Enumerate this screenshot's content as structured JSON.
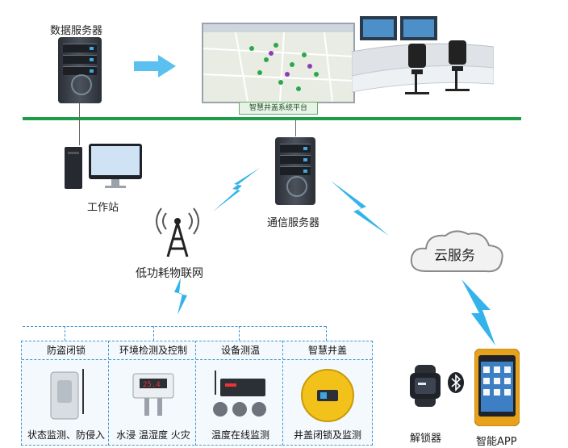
{
  "nodes": {
    "data_server": "数据服务器",
    "platform": "智慧井盖系统平台",
    "workstation": "工作站",
    "comm_server": "通信服务器",
    "lpwan": "低功耗物联网",
    "cloud": "云服务",
    "unlocker": "解锁器",
    "app": "智能APP"
  },
  "panels": [
    {
      "title": "防盗闭锁",
      "caption": "状态监测、防侵入"
    },
    {
      "title": "环境检测及控制",
      "caption": "水浸 温湿度 火灾"
    },
    {
      "title": "设备测温",
      "caption": "温度在线监测"
    },
    {
      "title": "智慧井盖",
      "caption": "井盖闭锁及监测"
    }
  ],
  "colors": {
    "bus_line": "#1e9c47",
    "arrow": "#5bc0ef",
    "lightning": "#34b3ea",
    "panel_border": "#3f97d1"
  },
  "icons": [
    "server-icon",
    "arrow-right-icon",
    "map-screen-icon",
    "control-room-icon",
    "computer-icon",
    "antenna-tower-icon",
    "lightning-icon",
    "cloud-icon",
    "bluetooth-icon",
    "smartwatch-icon",
    "rugged-phone-icon"
  ]
}
